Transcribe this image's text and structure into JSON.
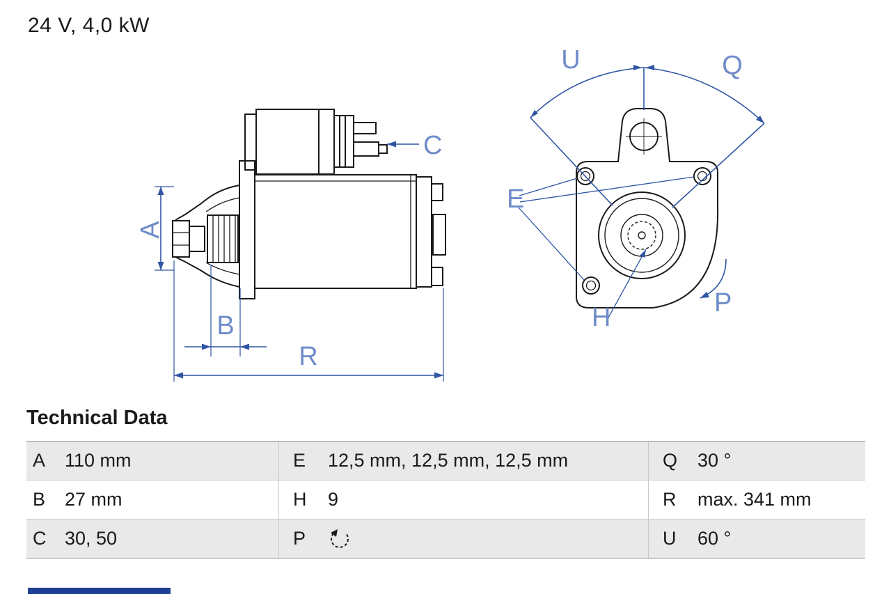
{
  "title": "24 V, 4,0 kW",
  "drawing": {
    "labels": {
      "A": "A",
      "B": "B",
      "C": "C",
      "R": "R",
      "U": "U",
      "Q": "Q",
      "E": "E",
      "H": "H",
      "P": "P"
    },
    "line_color": "#1a1a1a",
    "dimension_color": "#2f55a4",
    "label_color": "#6e8cc8"
  },
  "technical_data": {
    "heading": "Technical Data",
    "p_icon": "rotation-ccw-icon",
    "rows": [
      {
        "k1": "A",
        "v1": "110 mm",
        "k2": "E",
        "v2": "12,5 mm, 12,5 mm, 12,5 mm",
        "k3": "Q",
        "v3": "30 °"
      },
      {
        "k1": "B",
        "v1": "27 mm",
        "k2": "H",
        "v2": "9",
        "k3": "R",
        "v3": "max. 341 mm"
      },
      {
        "k1": "C",
        "v1": "30, 50",
        "k2": "P",
        "v2": "",
        "k3": "U",
        "v3": "60 °"
      }
    ]
  }
}
